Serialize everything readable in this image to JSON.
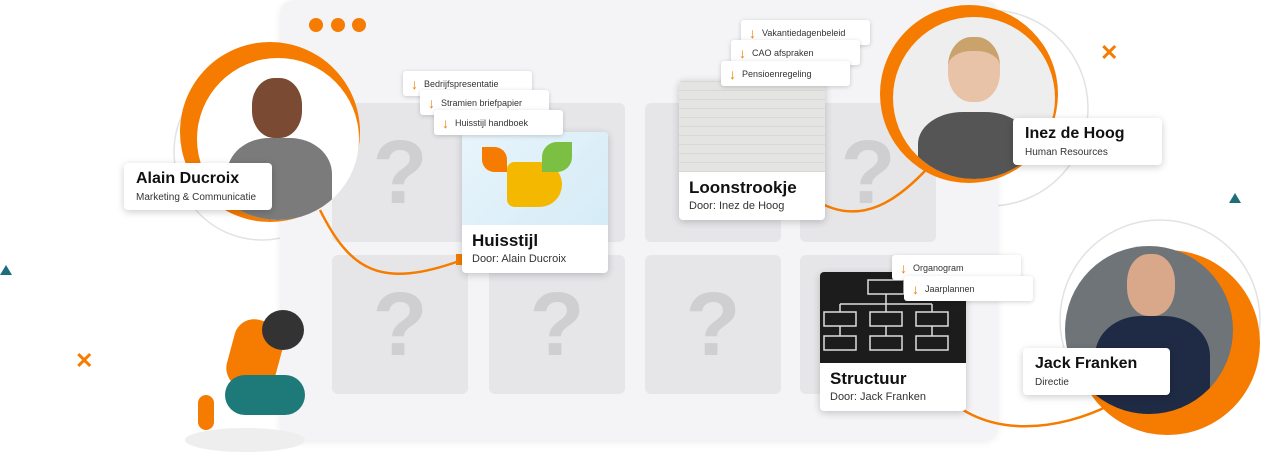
{
  "colors": {
    "accent": "#f57c00",
    "teal": "#1d6e7a"
  },
  "placeholder_glyph": "?",
  "cards": [
    {
      "title": "Huisstijl",
      "author": "Door: Alain Ducroix",
      "downloads": [
        "Bedrijfspresentatie",
        "Stramien briefpapier",
        "Huisstijl handboek"
      ]
    },
    {
      "title": "Loonstrookje",
      "author": "Door: Inez de Hoog",
      "downloads": [
        "Vakantiedagenbeleid",
        "CAO afspraken",
        "Pensioenregeling"
      ]
    },
    {
      "title": "Structuur",
      "author": "Door: Jack Franken",
      "downloads": [
        "Organogram",
        "Jaarplannen"
      ]
    }
  ],
  "people": [
    {
      "name": "Alain Ducroix",
      "role": "Marketing & Communicatie"
    },
    {
      "name": "Inez de Hoog",
      "role": "Human Resources"
    },
    {
      "name": "Jack Franken",
      "role": "Directie"
    }
  ],
  "icons": {
    "download": "↓",
    "close": "✕"
  }
}
